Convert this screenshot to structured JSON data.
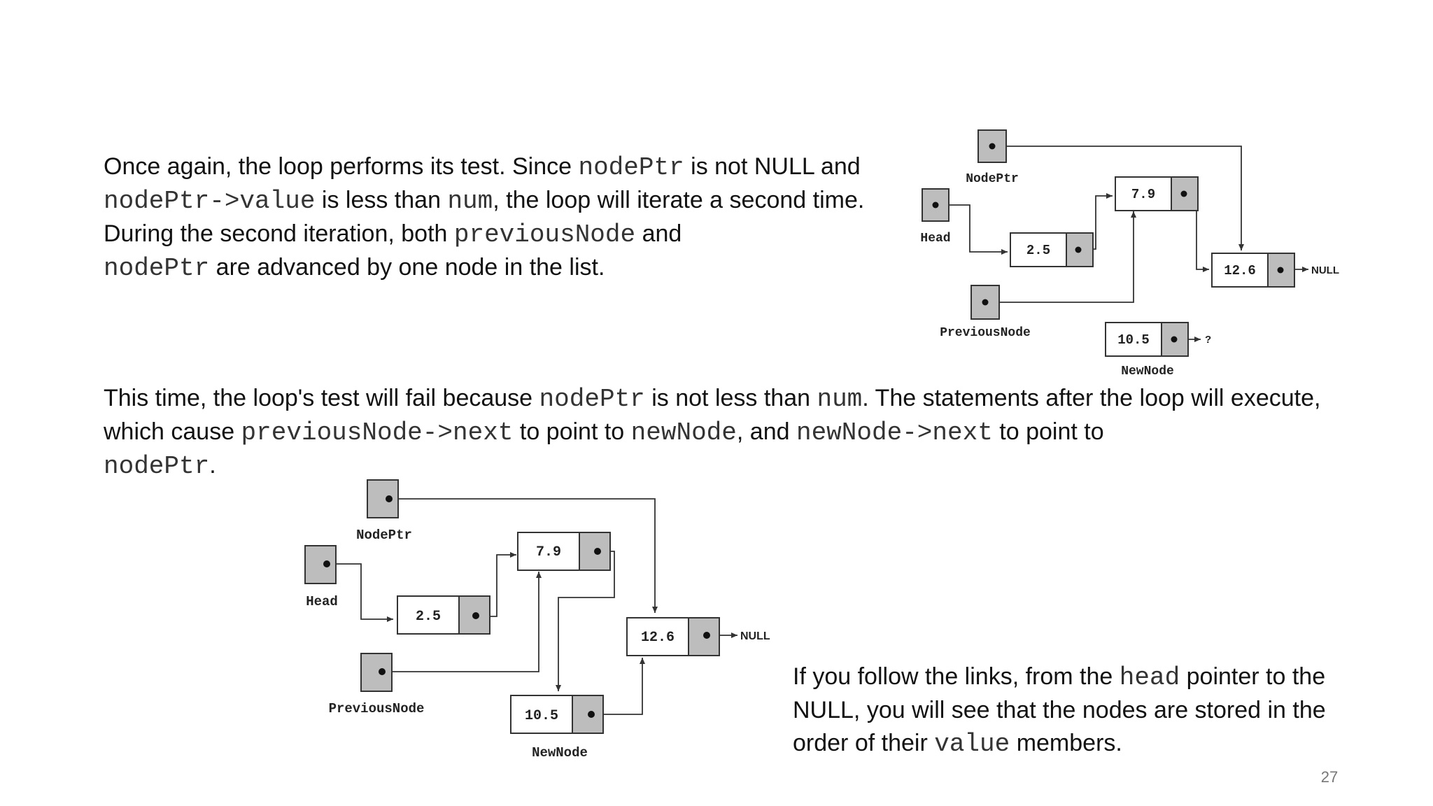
{
  "paragraph1": {
    "t1": "Once again, the loop performs its test. Since ",
    "c1": "nodePtr",
    "t2": " is not NULL and ",
    "c2": "nodePtr->value",
    "t3": " is less than ",
    "c3": "num",
    "t4": ", the loop will iterate a second time. During the second iteration, both ",
    "c4": "previousNode",
    "t5": " and ",
    "c5": "nodePtr",
    "t6": " are advanced by one node in the list."
  },
  "paragraph2": {
    "t1": "This time, the loop's test will fail because ",
    "c1": "nodePtr",
    "t2": " is not less than ",
    "c2": "num",
    "t3": ". The statements after the loop will execute, which cause ",
    "c3": "previousNode->next",
    "t4": " to point to ",
    "c4": "newNode",
    "t5": ", and ",
    "c5": "newNode->next",
    "t6": " to point to ",
    "c6": "nodePtr",
    "t7": "."
  },
  "paragraph3": {
    "t1": "If you follow the links, from the ",
    "c1": "head",
    "t2": " pointer to the NULL, you will see that the nodes are stored in the order of their ",
    "c2": "value",
    "t3": " members."
  },
  "diagram_top": {
    "nodeptr_label": "NodePtr",
    "head_label": "Head",
    "previousnode_label": "PreviousNode",
    "newnode_label": "NewNode",
    "node1_value": "2.5",
    "node2_value": "7.9",
    "node3_value": "12.6",
    "newnode_value": "10.5",
    "null_label": "NULL",
    "unknown_label": "?"
  },
  "diagram_bottom": {
    "nodeptr_label": "NodePtr",
    "head_label": "Head",
    "previousnode_label": "PreviousNode",
    "newnode_label": "NewNode",
    "node1_value": "2.5",
    "node2_value": "7.9",
    "node3_value": "12.6",
    "newnode_value": "10.5",
    "null_label": "NULL"
  },
  "page_number": "27"
}
